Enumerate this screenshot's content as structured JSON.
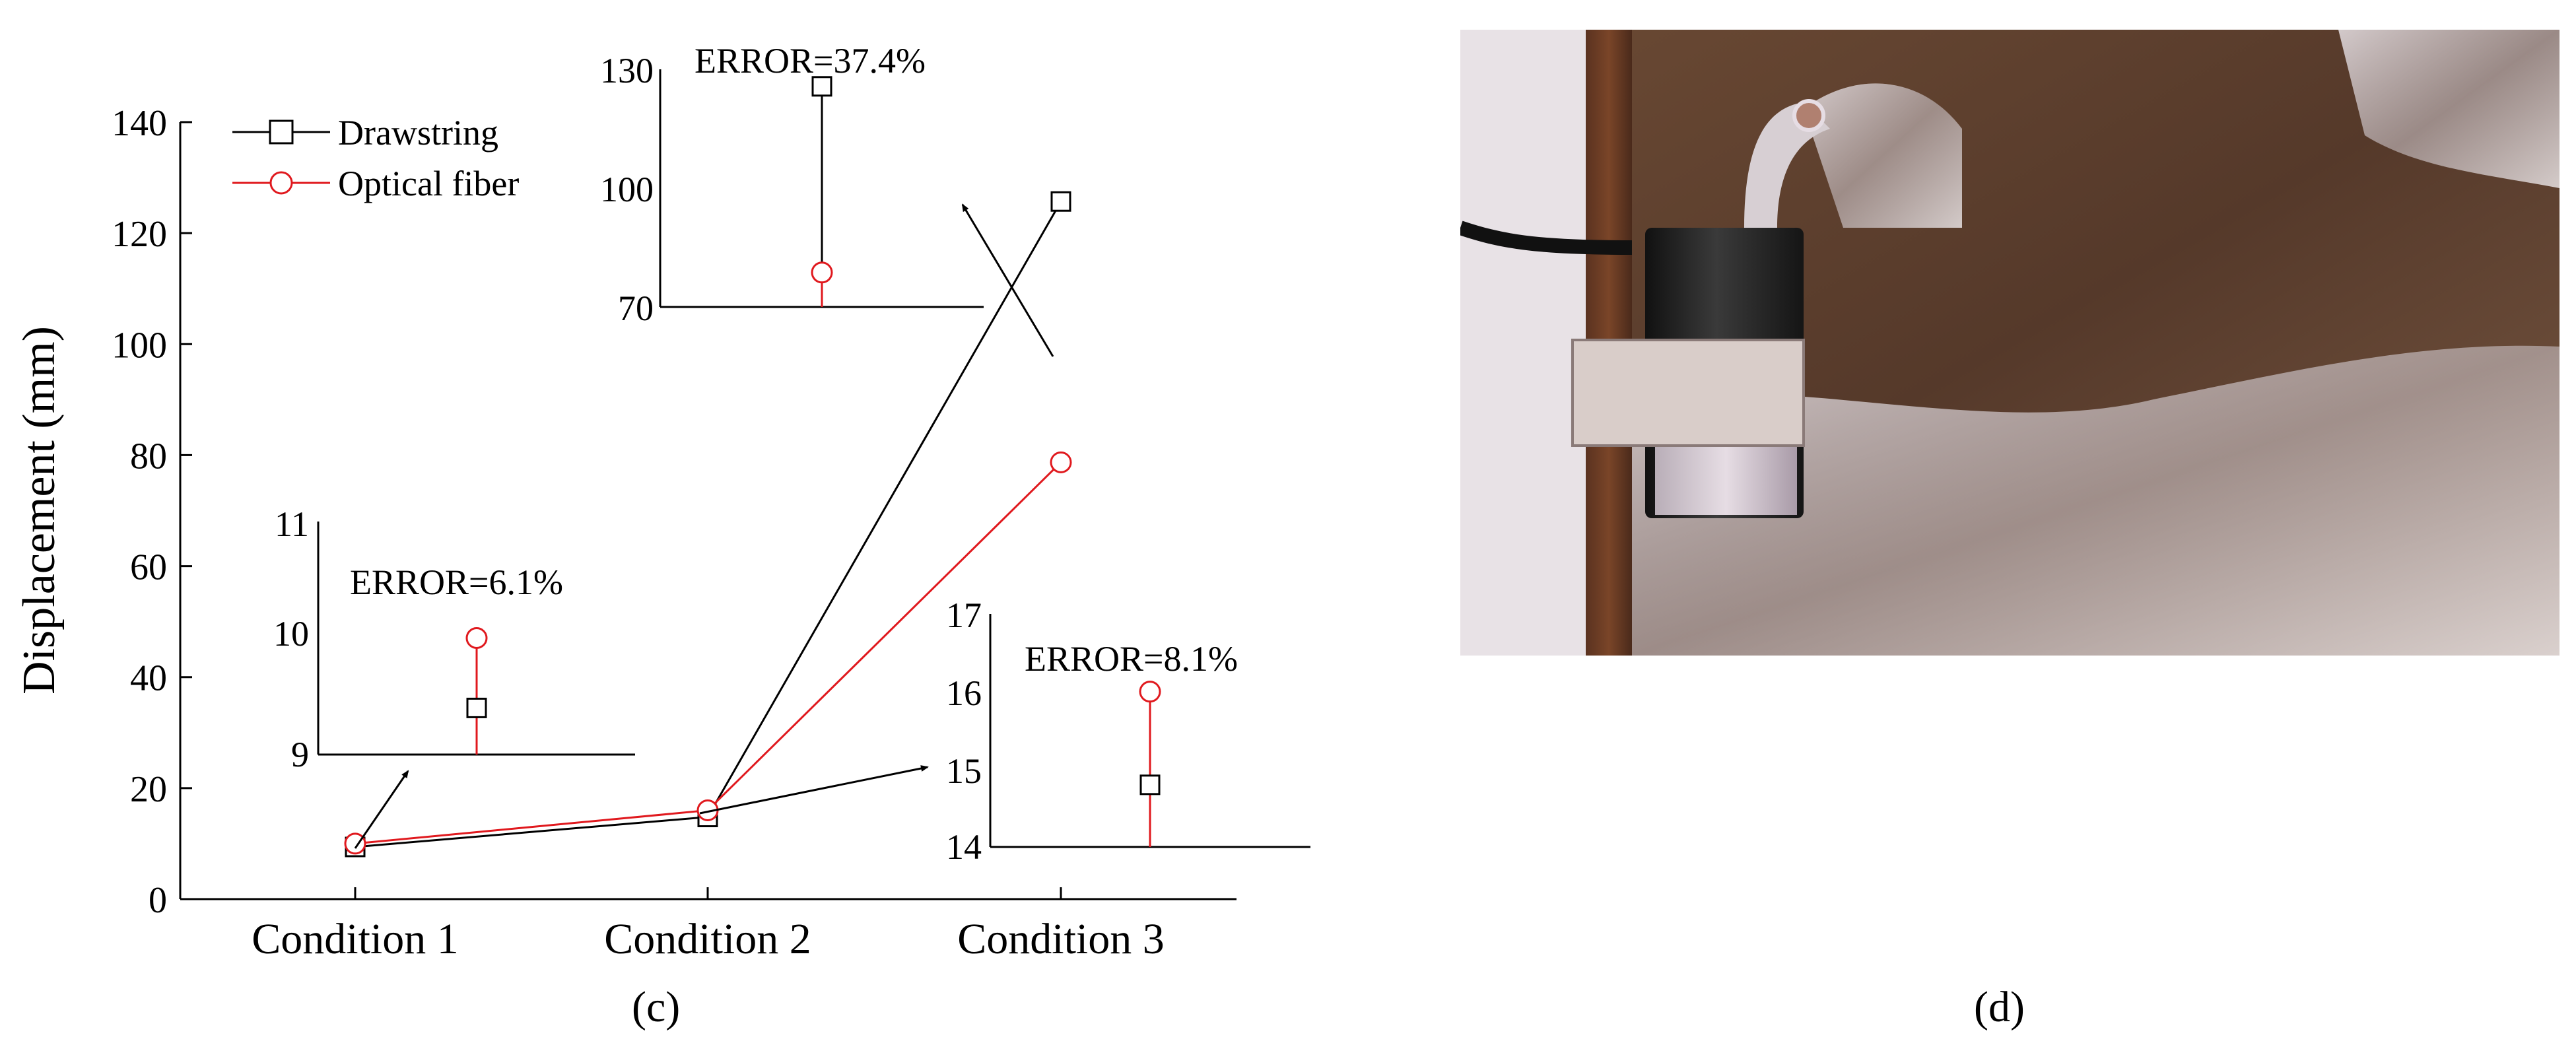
{
  "chart_data": {
    "type": "line",
    "categories": [
      "Condition 1",
      "Condition 2",
      "Condition 3"
    ],
    "ylabel": "Displacement (mm)",
    "xlabel": "",
    "ylim": [
      0,
      140
    ],
    "yticks": [
      0,
      20,
      40,
      60,
      80,
      100,
      120,
      140
    ],
    "grid": false,
    "legend_position": "top-left",
    "series": [
      {
        "name": "Drawstring",
        "marker": "square",
        "color": "#000000",
        "values": [
          9.4,
          14.8,
          125.7
        ]
      },
      {
        "name": "Optical fiber",
        "marker": "circle",
        "color": "#e0191e",
        "values": [
          10.0,
          16.0,
          78.7
        ]
      }
    ],
    "insets": [
      {
        "id": "inset-1",
        "annotation": "ERROR=6.1%",
        "ylim": [
          9,
          11
        ],
        "yticks": [
          "11",
          "10",
          "9"
        ],
        "drawstring": 9.4,
        "optical_fiber": 10.0
      },
      {
        "id": "inset-2",
        "annotation": "ERROR=37.4%",
        "ylim": [
          70,
          130
        ],
        "yticks": [
          "130",
          "100",
          "70"
        ],
        "drawstring": 125.7,
        "optical_fiber": 78.7
      },
      {
        "id": "inset-3",
        "annotation": "ERROR=8.1%",
        "ylim": [
          14,
          17
        ],
        "yticks": [
          "17",
          "16",
          "15",
          "14"
        ],
        "drawstring": 14.8,
        "optical_fiber": 16.0
      }
    ]
  },
  "panels": {
    "left_label": "(c)",
    "right_label": "(d)"
  },
  "photo": {
    "subject": "drawstring displacement sensor on soil under plastic film"
  }
}
